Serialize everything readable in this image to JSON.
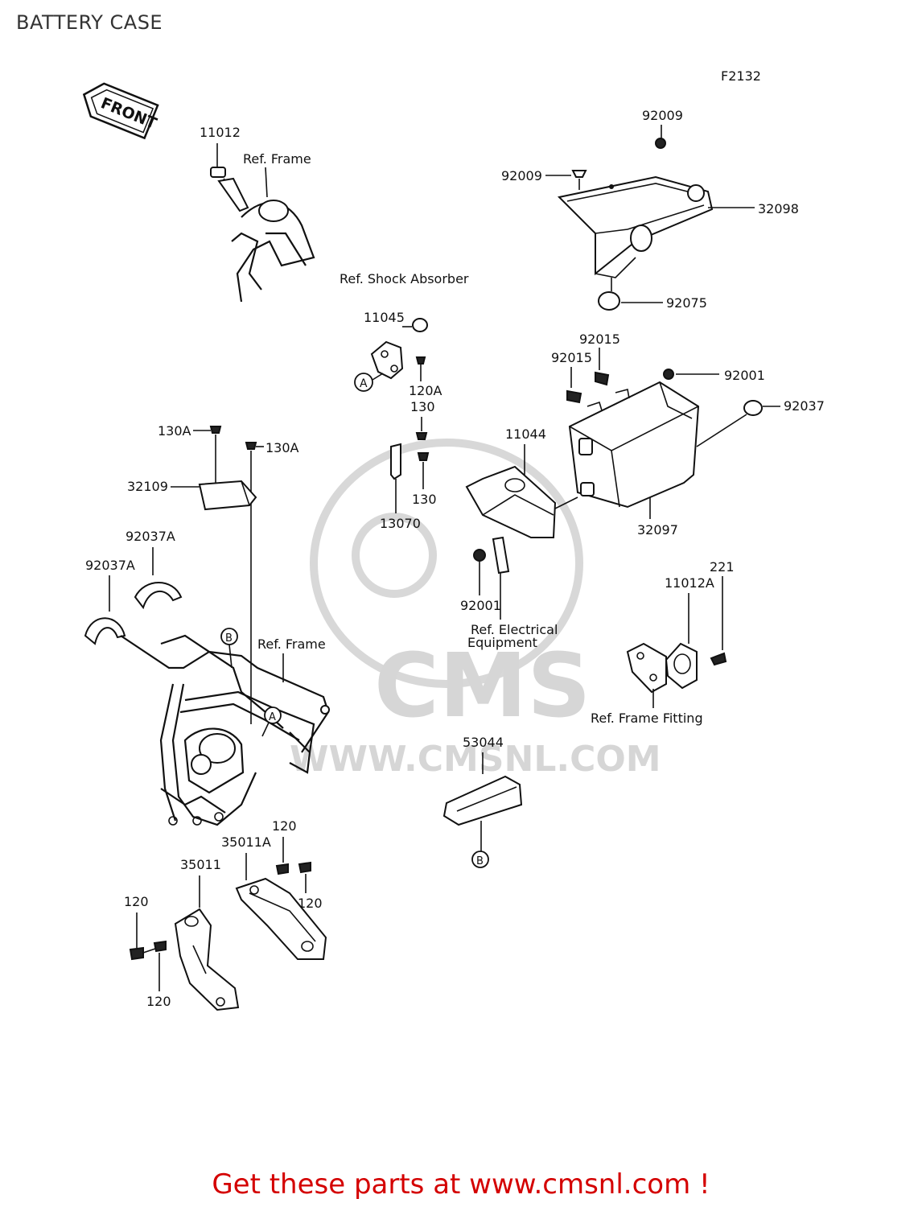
{
  "page": {
    "title": "BATTERY CASE"
  },
  "diagram": {
    "figure_code": "F2132",
    "front_arrow_label": "FRONT",
    "markers": [
      "A",
      "B"
    ],
    "part_labels": {
      "p11012": "11012",
      "p92009_top": "92009",
      "p92009_left": "92009",
      "p32098": "32098",
      "p92075": "92075",
      "p11045": "11045",
      "p120A": "120A",
      "p130_top": "130",
      "p130_bottom": "130",
      "p13070": "13070",
      "p92015_top": "92015",
      "p92015_left": "92015",
      "p92001_right": "92001",
      "p92037": "92037",
      "p11044": "11044",
      "p32097": "32097",
      "p130A_left": "130A",
      "p130A_right": "130A",
      "p32109": "32109",
      "p92037A_upper": "92037A",
      "p92037A_lower": "92037A",
      "p92001_bottom": "92001",
      "p221": "221",
      "p11012A": "11012A",
      "p53044": "53044",
      "p35011A": "35011A",
      "p35011": "35011",
      "p120_a": "120",
      "p120_b": "120",
      "p120_c": "120",
      "p120_d": "120"
    },
    "reference_labels": {
      "frame_top": "Ref. Frame",
      "shock_absorber": "Ref. Shock Absorber",
      "frame_mid": "Ref. Frame",
      "electrical_1": "Ref. Electrical",
      "electrical_2": "Equipment",
      "frame_fitting": "Ref. Frame Fitting"
    }
  },
  "watermark": {
    "brand": "CMS",
    "url": "WWW.CMSNL.COM"
  },
  "footer": {
    "promo_text": "Get these parts at www.cmsnl.com !",
    "promo_color": "#d40000"
  }
}
